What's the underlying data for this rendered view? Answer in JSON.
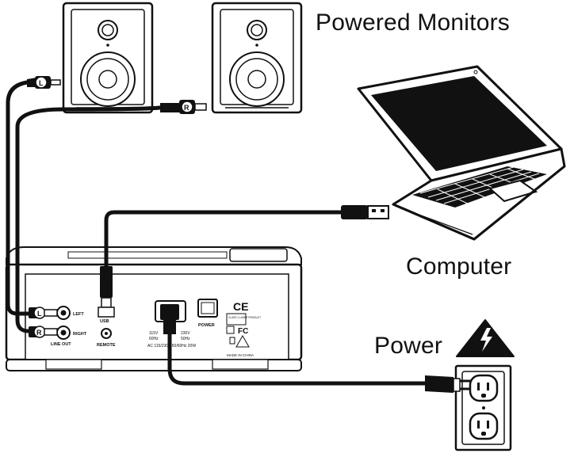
{
  "labels": {
    "powered_monitors": "Powered Monitors",
    "computer": "Computer",
    "power": "Power"
  },
  "connectors": {
    "left_plug": "L",
    "right_plug": "R"
  },
  "rear_panel": {
    "left": "LEFT",
    "right": "RIGHT",
    "line_out": "LINE OUT",
    "usb": "USB",
    "remote": "REMOTE",
    "power": "POWER",
    "voltage_line1": "115V",
    "voltage_line2": "230V",
    "freq_line1": "60Hz",
    "freq_line2": "50Hz",
    "rating": "AC 115/230V 50/60Hz 20W",
    "ce": "CE",
    "fc": "FC",
    "made_in": "MADE IN CHINA",
    "class_label": "CLASS 1 LASER PRODUCT"
  }
}
